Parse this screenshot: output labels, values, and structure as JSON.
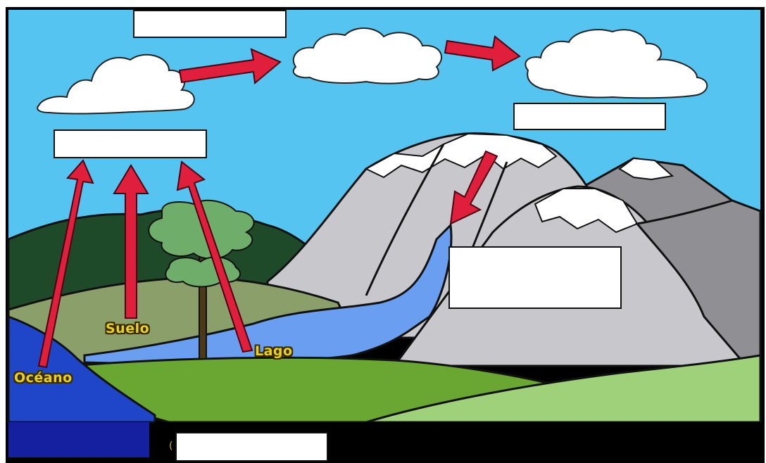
{
  "labels": {
    "ocean": "Océano",
    "soil": "Suelo",
    "lake": "Lago"
  },
  "blank_boxes": [
    "",
    "",
    "",
    "",
    ""
  ],
  "colors": {
    "sky": "#56c4f0",
    "arrow": "#e01f3d",
    "ocean": "#1f46c8",
    "lake": "#6a9ef0",
    "mountain_light": "#c8c8cc",
    "mountain_dark": "#8f8f94",
    "snow": "#ffffff",
    "grass": "#6aa632",
    "forest": "#1f4a2a",
    "label_text": "#e9d21c"
  },
  "icons": [
    "cloud-icon",
    "arrow-icon",
    "tree-icon",
    "mountain-icon"
  ]
}
